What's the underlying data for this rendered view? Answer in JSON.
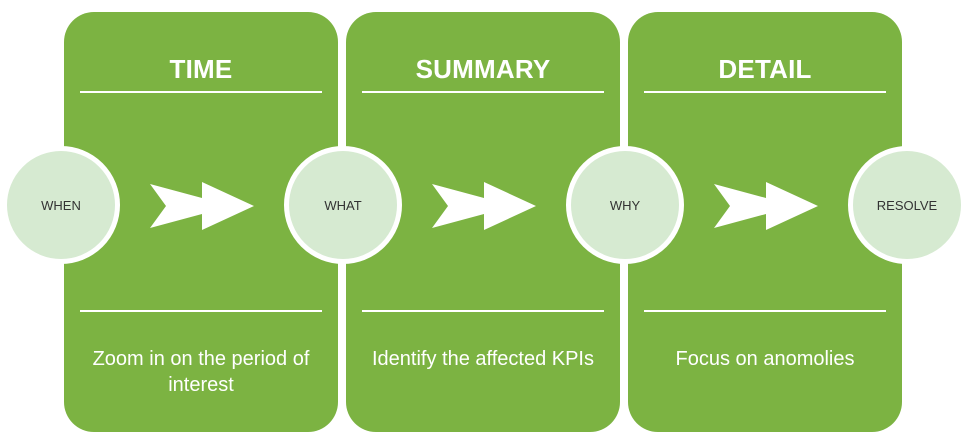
{
  "diagram": {
    "panels": [
      {
        "title": "TIME",
        "description": "Zoom in on the period of interest"
      },
      {
        "title": "SUMMARY",
        "description": "Identify the affected KPIs"
      },
      {
        "title": "DETAIL",
        "description": "Focus on anomolies"
      }
    ],
    "nodes": [
      {
        "label": "WHEN"
      },
      {
        "label": "WHAT"
      },
      {
        "label": "WHY"
      },
      {
        "label": "RESOLVE"
      }
    ],
    "colors": {
      "panel_fill": "#7cb342",
      "node_fill": "#d6ead1",
      "text_light": "#ffffff",
      "text_dark": "#333333"
    }
  }
}
